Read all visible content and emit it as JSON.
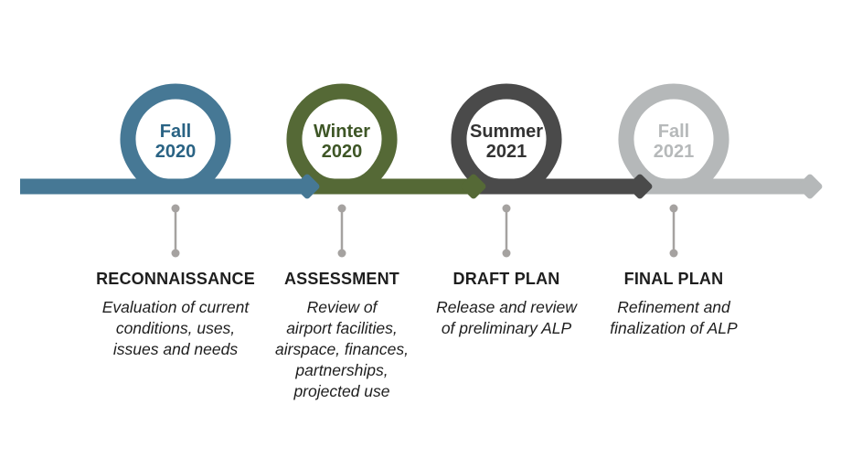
{
  "figure": {
    "connector_color": "#A5A2A0",
    "text_color": "#1E1E1E"
  },
  "phases": [
    {
      "period_lines": [
        "Fall",
        "2020"
      ],
      "loop_color": "#467895",
      "period_text_color": "#2A6384",
      "title": "RECONNAISSANCE",
      "description_lines": [
        "Evaluation of current",
        "conditions, uses,",
        "issues and needs"
      ]
    },
    {
      "period_lines": [
        "Winter",
        "2020"
      ],
      "loop_color": "#556936",
      "period_text_color": "#3E5626",
      "title": "ASSESSMENT",
      "description_lines": [
        "Review of",
        "airport facilities,",
        "airspace, finances,",
        "partnerships,",
        "projected use"
      ]
    },
    {
      "period_lines": [
        "Summer",
        "2021"
      ],
      "loop_color": "#4A4A4A",
      "period_text_color": "#333333",
      "title": "DRAFT PLAN",
      "description_lines": [
        "Release and review",
        "of preliminary ALP"
      ]
    },
    {
      "period_lines": [
        "Fall",
        "2021"
      ],
      "loop_color": "#B5B8B9",
      "period_text_color": "#B6B9BA",
      "title": "FINAL PLAN",
      "description_lines": [
        "Refinement and",
        "finalization of ALP"
      ]
    }
  ]
}
